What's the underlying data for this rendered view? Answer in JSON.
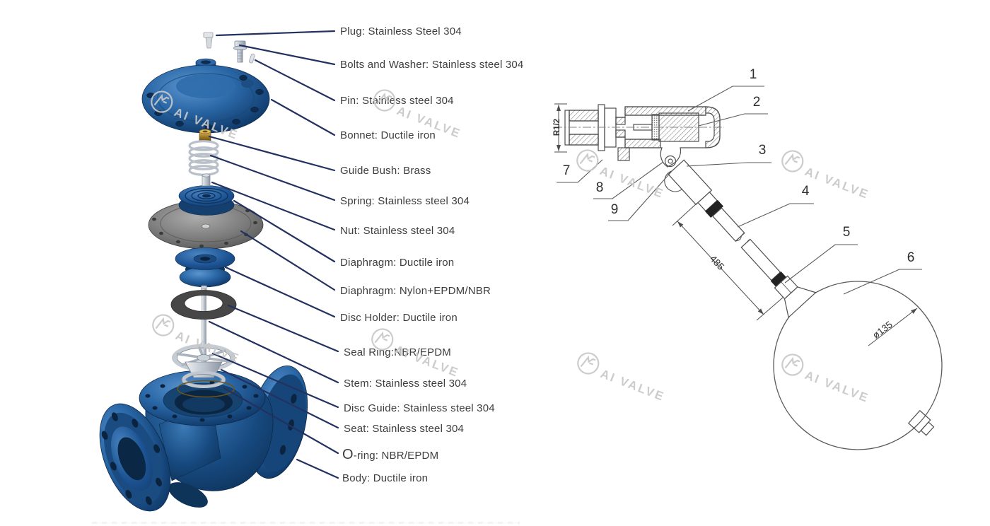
{
  "watermark": {
    "text": "AI VALVE"
  },
  "left_diagram": {
    "title_hint": "exploded view of diaphragm control valve",
    "labels": [
      "Plug: Stainless Steel 304",
      "Bolts and Washer: Stainless steel 304",
      "Pin: Stainless steel 304",
      "Bonnet: Ductile iron",
      "Guide Bush: Brass",
      "Spring: Stainless steel 304",
      "Nut: Stainless steel 304",
      "Diaphragm: Ductile iron",
      "Diaphragm: Nylon+EPDM/NBR",
      "Disc Holder: Ductile iron",
      "Seal Ring:NBR/EPDM",
      "Stem: Stainless steel 304",
      "Disc Guide: Stainless steel 304",
      "Seat: Stainless steel 304",
      "O-ring: NBR/EPDM",
      "Body: Ductile iron"
    ]
  },
  "right_diagram": {
    "title_hint": "float valve section drawing",
    "callouts": [
      "1",
      "2",
      "3",
      "4",
      "5",
      "6",
      "7",
      "8",
      "9"
    ],
    "dimensions": {
      "thread_size": "R1/2",
      "arm_length": "485",
      "float_diameter": "ø135"
    }
  },
  "colors": {
    "leader_line": "#233160",
    "valve_blue": "#1d5393",
    "drawing_line": "#4d4d4d",
    "watermark": "#c8c8c8",
    "label_text": "#3d3d3d"
  }
}
